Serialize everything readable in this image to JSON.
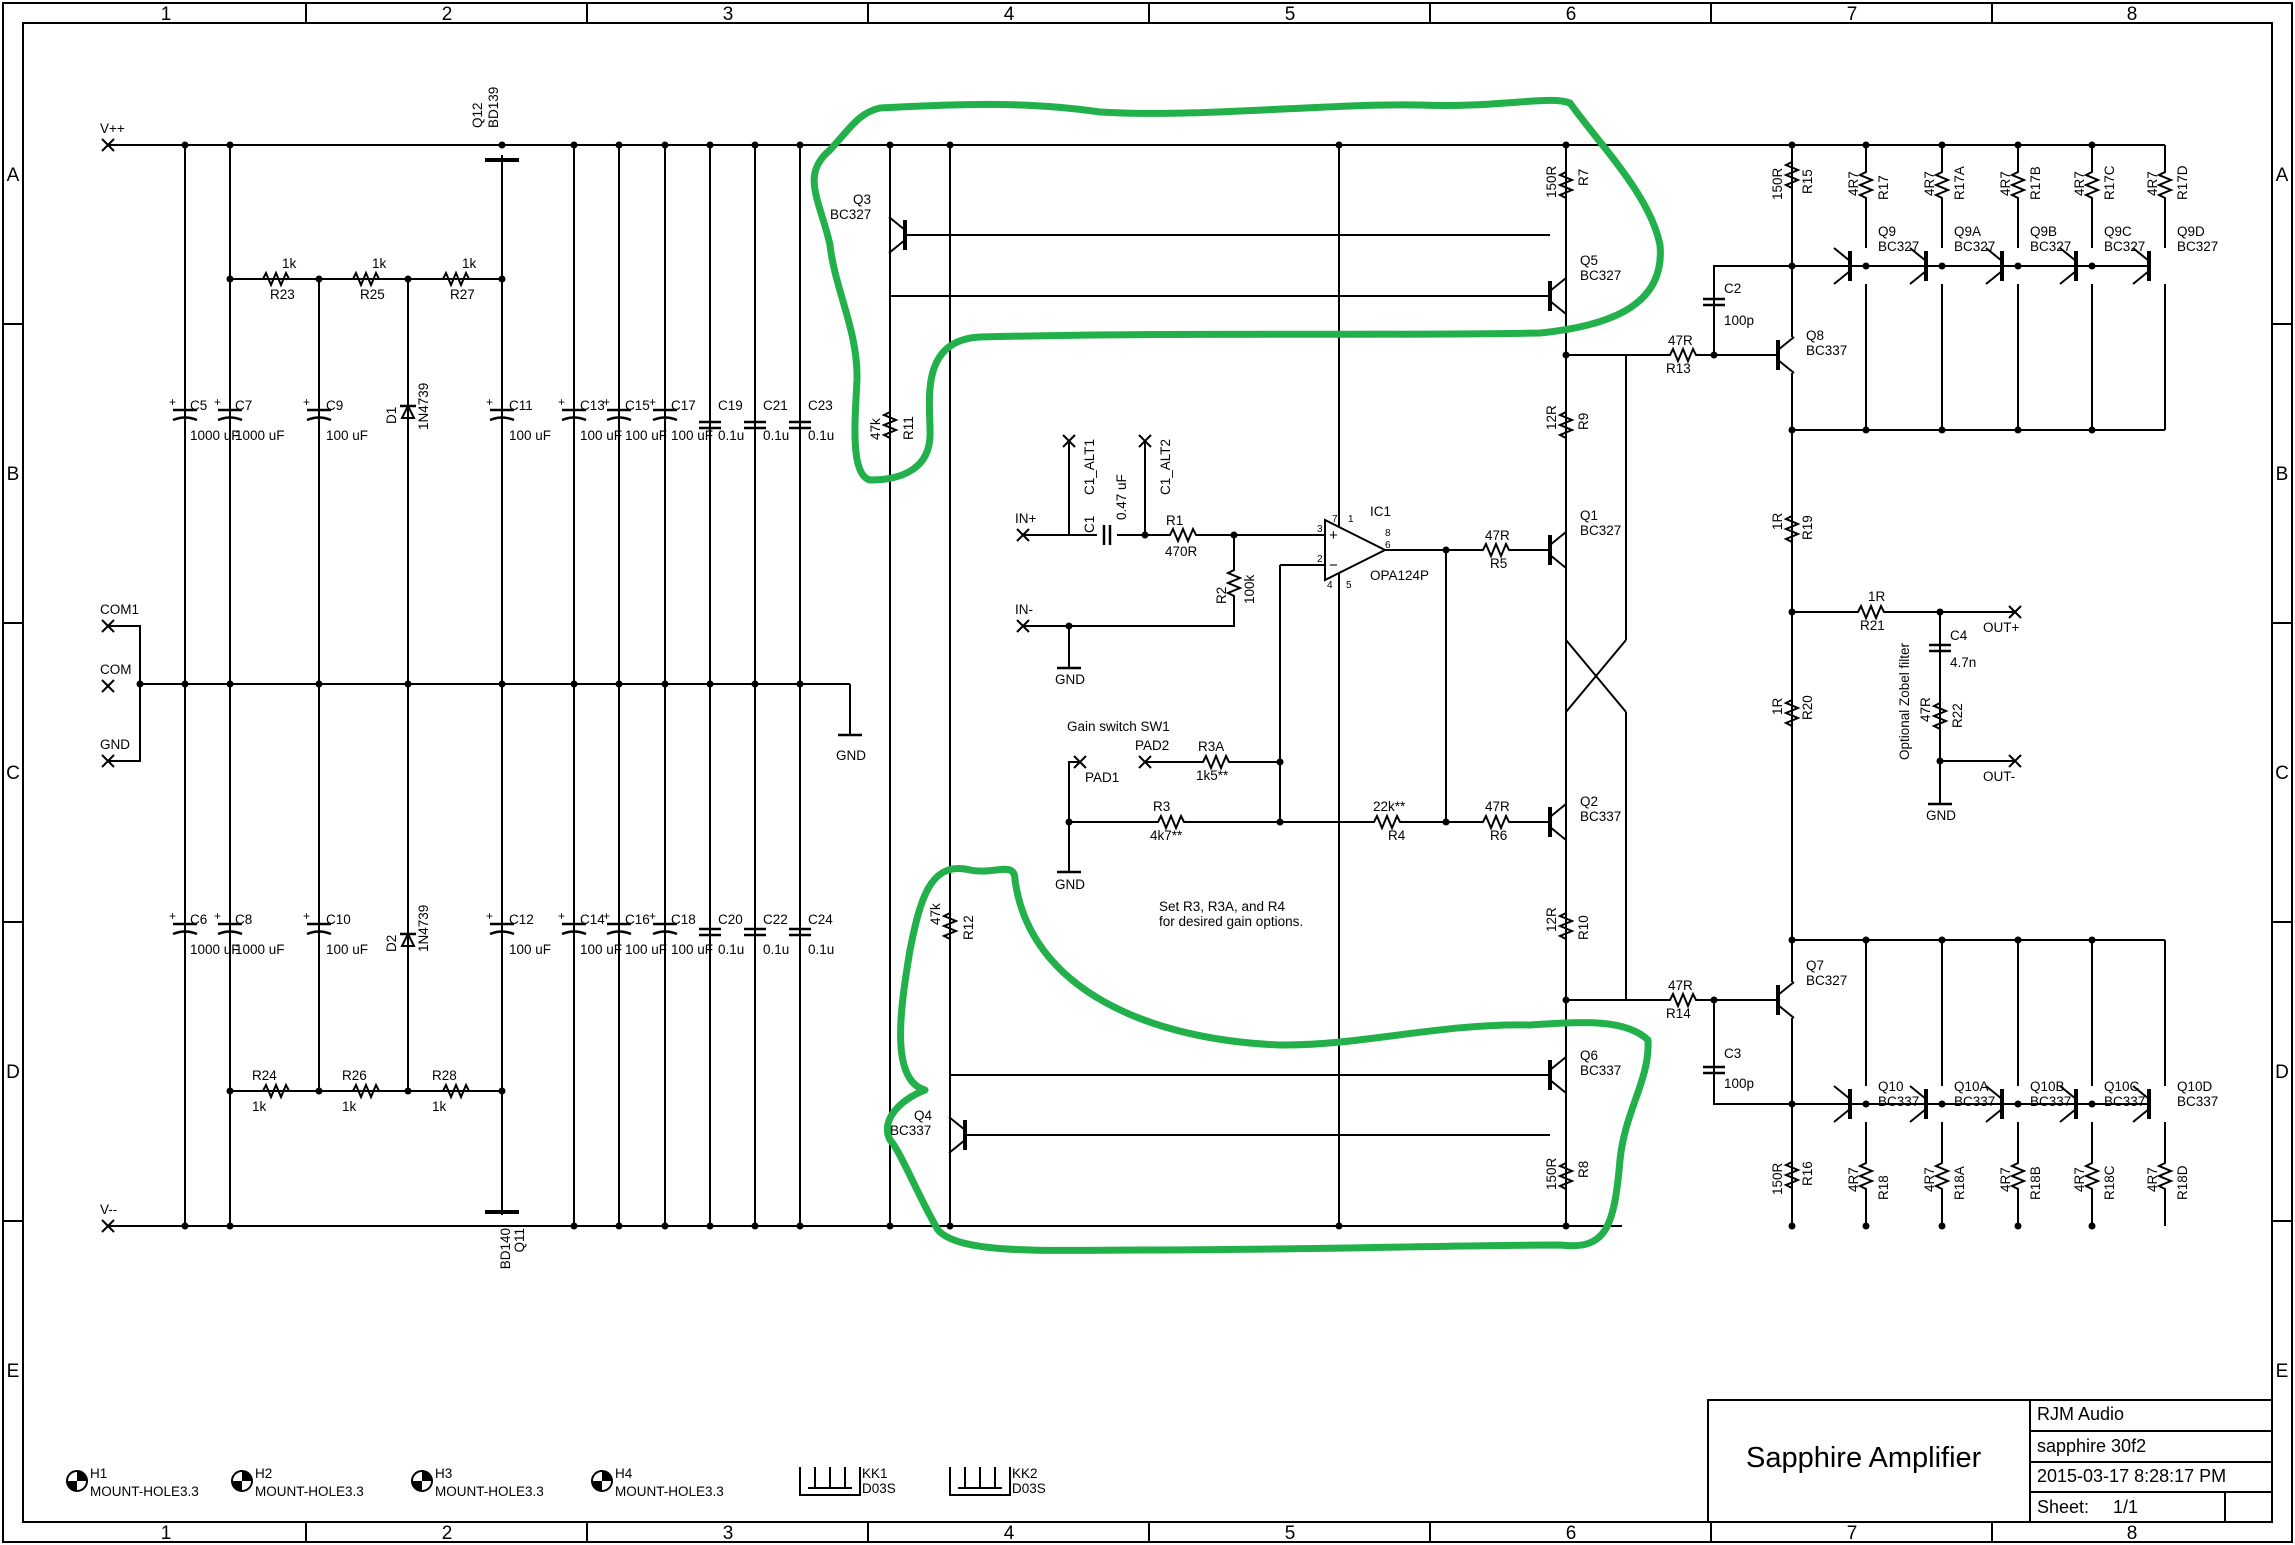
{
  "title_block": {
    "title": "Sapphire Amplifier",
    "company": "RJM Audio",
    "file": "sapphire 30f2",
    "date": "2015-03-17 8:28:17 PM",
    "sheet_label": "Sheet:",
    "sheet_value": "1/1"
  },
  "zones": {
    "columns": [
      "1",
      "2",
      "3",
      "4",
      "5",
      "6",
      "7",
      "8"
    ],
    "rows": [
      "A",
      "B",
      "C",
      "D",
      "E"
    ]
  },
  "ports": {
    "vpp": "V++",
    "vmm": "V--",
    "com1": "COM1",
    "com": "COM",
    "gnd": "GND",
    "in_plus": "IN+",
    "in_minus": "IN-",
    "out_plus": "OUT+",
    "out_minus": "OUT-",
    "gnd_symbol": "GND"
  },
  "supply": {
    "q12_ref": "Q12",
    "q12_part": "BD139",
    "q11_ref": "Q11",
    "q11_part": "BD140",
    "r23": "R23",
    "r25": "R25",
    "r27": "R27",
    "r24": "R24",
    "r26": "R26",
    "r28": "R28",
    "r_val": "1k",
    "d1_ref": "D1",
    "d2_ref": "D2",
    "diode_part": "1N4739",
    "c5": "C5",
    "c6": "C6",
    "c7": "C7",
    "c8": "C8",
    "cap_1000": "1000 uF",
    "c9": "C9",
    "c10": "C10",
    "c11": "C11",
    "c12": "C12",
    "c13": "C13",
    "c14": "C14",
    "c15": "C15",
    "c16": "C16",
    "c17": "C17",
    "c18": "C18",
    "cap_100": "100 uF",
    "c19": "C19",
    "c20": "C20",
    "c21": "C21",
    "c22": "C22",
    "c23": "C23",
    "c24": "C24",
    "cap_01": "0.1u"
  },
  "input": {
    "c1_alt1": "C1_ALT1",
    "c1_alt2": "C1_ALT2",
    "c1": "C1",
    "c1_val": "0.47 uF",
    "r1": "R1",
    "r1_val": "470R",
    "r2": "R2",
    "r2_val": "100k",
    "ic1": "IC1",
    "ic1_part": "OPA124P",
    "pin7": "7",
    "pin1": "1",
    "pin8": "8",
    "pin6": "6",
    "pin3": "3",
    "pin2": "2",
    "pin4": "4",
    "pin5": "5",
    "sw_label": "Gain switch SW1",
    "pad1": "PAD1",
    "pad2": "PAD2",
    "r3a": "R3A",
    "r3a_val": "1k5**",
    "r3": "R3",
    "r3_val": "4k7**",
    "r4": "R4",
    "r4_val": "22k**",
    "note_line1": "Set R3, R3A, and R4",
    "note_line2": "for desired gain options."
  },
  "vas": {
    "q3": "Q3",
    "q3_part": "BC327",
    "r11": "R11",
    "r11_val": "47k",
    "q4": "Q4",
    "q4_part": "BC337",
    "r12": "R12",
    "r12_val": "47k",
    "r7": "R7",
    "r7_val": "150R",
    "q5": "Q5",
    "q5_part": "BC327",
    "r9": "R9",
    "r9_val": "12R",
    "q1": "Q1",
    "q1_part": "BC327",
    "r5": "R5",
    "r5_val": "47R",
    "q2": "Q2",
    "q2_part": "BC337",
    "r6": "R6",
    "r6_val": "47R",
    "r10": "R10",
    "r10_val": "12R",
    "q6": "Q6",
    "q6_part": "BC337",
    "r8": "R8",
    "r8_val": "150R"
  },
  "output": {
    "r15": "R15",
    "r15_val": "150R",
    "r16": "R16",
    "r16_val": "150R",
    "r13": "R13",
    "r13_val": "47R",
    "r14": "R14",
    "r14_val": "47R",
    "c2": "C2",
    "c2_val": "100p",
    "c3": "C3",
    "c3_val": "100p",
    "q8": "Q8",
    "q8_part": "BC337",
    "q7": "Q7",
    "q7_part": "BC327",
    "r19": "R19",
    "r19_val": "1R",
    "r20": "R20",
    "r20_val": "1R",
    "r21": "R21",
    "r21_val": "1R",
    "c4": "C4",
    "c4_val": "4.7n",
    "r22": "R22",
    "r22_val": "47R",
    "zobel": "Optional Zobel filter",
    "r_small": "4R7",
    "upper_r": [
      "R17",
      "R17A",
      "R17B",
      "R17C",
      "R17D"
    ],
    "upper_q": [
      "Q9",
      "Q9A",
      "Q9B",
      "Q9C",
      "Q9D"
    ],
    "upper_part": "BC327",
    "lower_r": [
      "R18",
      "R18A",
      "R18B",
      "R18C",
      "R18D"
    ],
    "lower_q": [
      "Q10",
      "Q10A",
      "Q10B",
      "Q10C",
      "Q10D"
    ],
    "lower_part": "BC337"
  },
  "hardware": {
    "holes": [
      "H1",
      "H2",
      "H3",
      "H4"
    ],
    "hole_part": "MOUNT-HOLE3.3",
    "kk1": "KK1",
    "kk2": "KK2",
    "hs_part": "D03S"
  },
  "colors": {
    "wire": "#000000",
    "highlight": "#22b04a"
  }
}
